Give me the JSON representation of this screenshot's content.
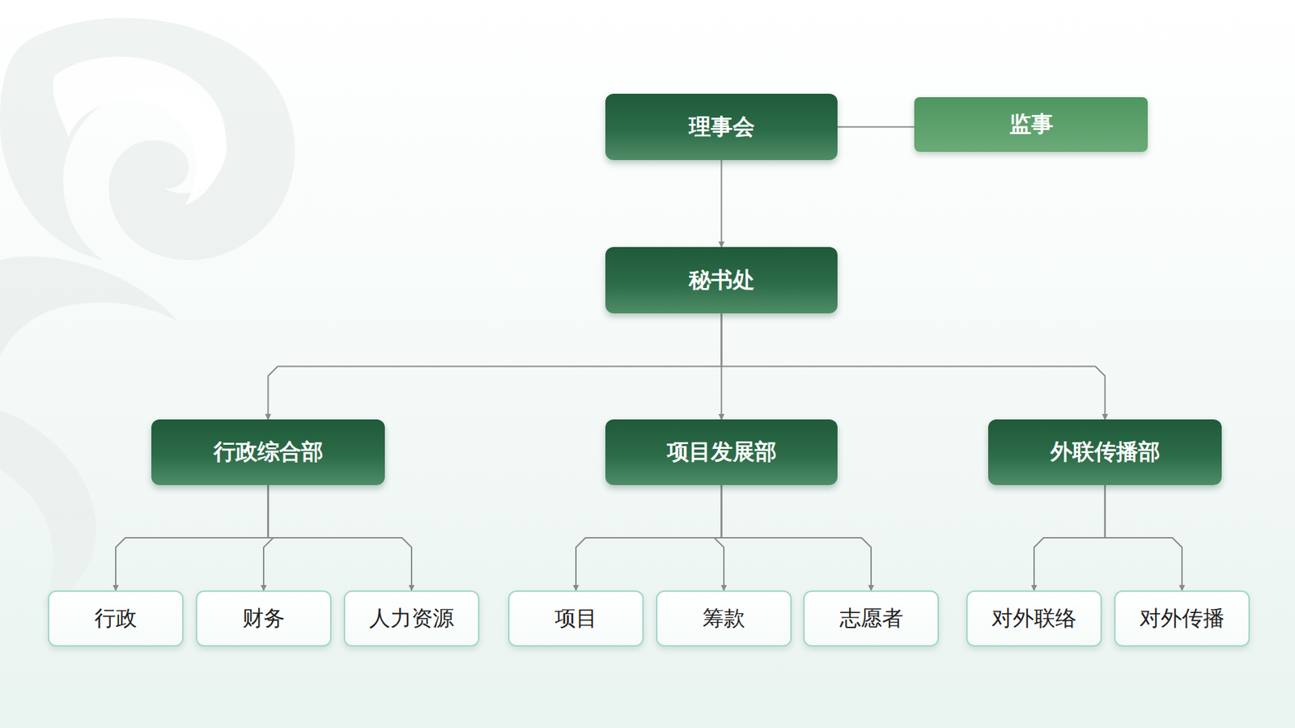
{
  "diagram": {
    "nodes": [
      {
        "text": [
          "理事会"
        ]
      },
      {
        "text": [
          "监事"
        ]
      },
      {
        "text": [
          "秘书处"
        ]
      },
      {
        "text": [
          "行政综合部"
        ]
      },
      {
        "text": [
          "项目发展部"
        ]
      },
      {
        "text": [
          "外联传播部"
        ]
      },
      {
        "text": [
          "行政"
        ]
      },
      {
        "text": [
          "财务"
        ]
      },
      {
        "text": [
          "人力资源"
        ]
      },
      {
        "text": [
          "项目"
        ]
      },
      {
        "text": [
          "筹款"
        ]
      },
      {
        "text": [
          "志愿者"
        ]
      },
      {
        "text": [
          "对外联络"
        ]
      },
      {
        "text": [
          "对外传播"
        ]
      }
    ],
    "edges": [
      {
        "from": 0,
        "to": 1,
        "arrow": "none"
      },
      {
        "from": 0,
        "to": 2,
        "arrow": "to"
      },
      {
        "from": 2,
        "to": 3,
        "arrow": "to"
      },
      {
        "from": 2,
        "to": 4,
        "arrow": "to"
      },
      {
        "from": 2,
        "to": 5,
        "arrow": "to"
      },
      {
        "from": 3,
        "to": 6,
        "arrow": "to"
      },
      {
        "from": 3,
        "to": 7,
        "arrow": "to"
      },
      {
        "from": 3,
        "to": 8,
        "arrow": "to"
      },
      {
        "from": 4,
        "to": 9,
        "arrow": "to"
      },
      {
        "from": 4,
        "to": 10,
        "arrow": "to"
      },
      {
        "from": 4,
        "to": 11,
        "arrow": "to"
      },
      {
        "from": 5,
        "to": 12,
        "arrow": "to"
      },
      {
        "from": 5,
        "to": 13,
        "arrow": "to"
      }
    ]
  }
}
